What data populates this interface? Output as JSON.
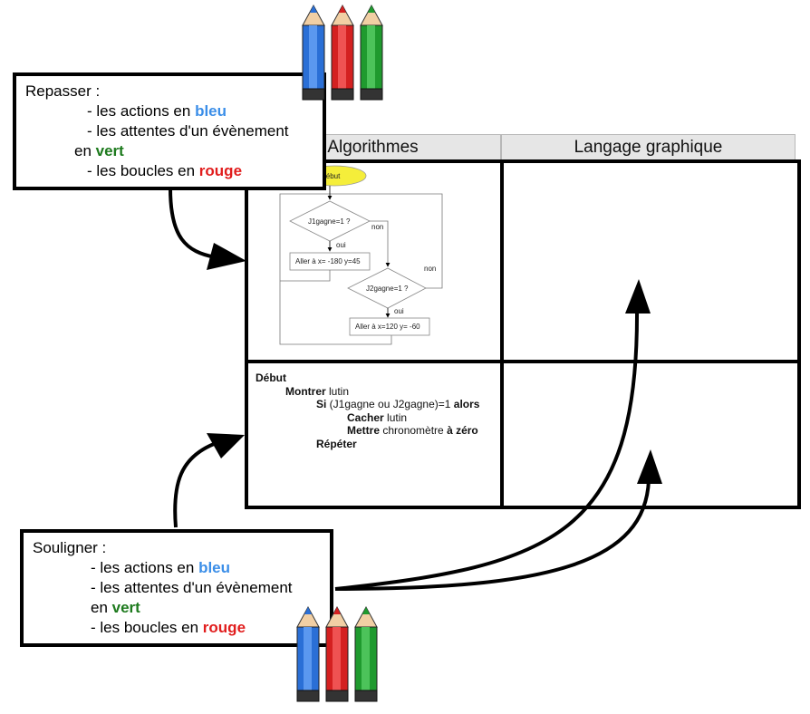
{
  "table": {
    "headers": [
      "Algorithmes",
      "Langage graphique"
    ]
  },
  "note_top": {
    "title": "Repasser :",
    "line1_prefix": "- les actions en ",
    "line1_color": "bleu",
    "line2": "- les attentes d'un évènement",
    "line3_prefix": "en ",
    "line3_color": "vert",
    "line4_prefix": "- les boucles en ",
    "line4_color": "rouge"
  },
  "note_bottom": {
    "title": "Souligner :",
    "line1_prefix": "- les actions en ",
    "line1_color": "bleu",
    "line2": "- les attentes d'un évènement",
    "line3_prefix": "en ",
    "line3_color": "vert",
    "line4_prefix": "- les boucles en ",
    "line4_color": "rouge"
  },
  "flowchart": {
    "start": "Début",
    "cond1": "J1gagne=1 ?",
    "yes1": "oui",
    "no1": "non",
    "action1": "Aller à x= -180 y=45",
    "cond2": "J2gagne=1 ?",
    "yes2": "oui",
    "no2": "non",
    "action2": "Aller à x=120 y= -60"
  },
  "pseudocode": {
    "l1_kw": "Début",
    "l2_kw": "Montrer",
    "l2_rest": " lutin",
    "l3_kw": "Si",
    "l3_mid": " (J1gagne ou J2gagne)=1 ",
    "l3_kw2": "alors",
    "l4_kw": "Cacher",
    "l4_rest": " lutin",
    "l5_kw": "Mettre",
    "l5_mid": " chronomètre ",
    "l5_kw2": "à zéro",
    "l6_kw": "Répéter"
  },
  "colors": {
    "blue": "#3b8ee8",
    "green": "#1d7a1d",
    "red": "#e11d1d",
    "pencil_blue": "#2a6fd6",
    "pencil_red": "#d42020",
    "pencil_green": "#1f9a2e",
    "start_oval": "#f5ee3a"
  },
  "icons": [
    "pencils-icon",
    "curved-arrow-icon"
  ]
}
